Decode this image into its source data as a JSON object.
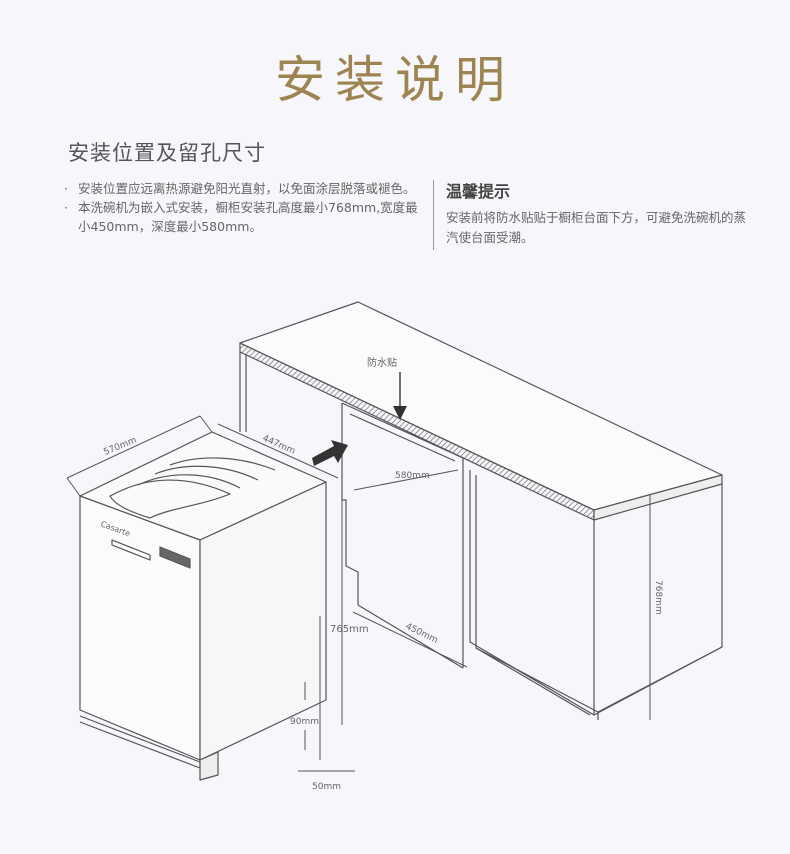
{
  "title": "安装说明",
  "subtitle": "安装位置及留孔尺寸",
  "notes": [
    {
      "bullet": "·",
      "text": "安装位置应远离热源避免阳光直射，以免面涂层脱落或褪色。"
    },
    {
      "bullet": "·",
      "text": "本洗碗机为嵌入式安装，橱柜安装孔高度最小768mm,宽度最小450mm，深度最小580mm。"
    }
  ],
  "tip": {
    "title": "温馨提示",
    "body": "安装前将防水贴贴于橱柜台面下方，可避免洗碗机的蒸汽使台面受潮。"
  },
  "diagram": {
    "label_waterproof": "防水贴",
    "label_brand": "Casarte",
    "dim_570": "570mm",
    "dim_447": "447mm",
    "dim_580": "580mm",
    "dim_768": "768mm",
    "dim_765": "765mm",
    "dim_450": "450mm",
    "dim_90": "90mm",
    "dim_50": "50mm"
  },
  "colors": {
    "title_gold": "#9e8450",
    "line": "#555555"
  }
}
